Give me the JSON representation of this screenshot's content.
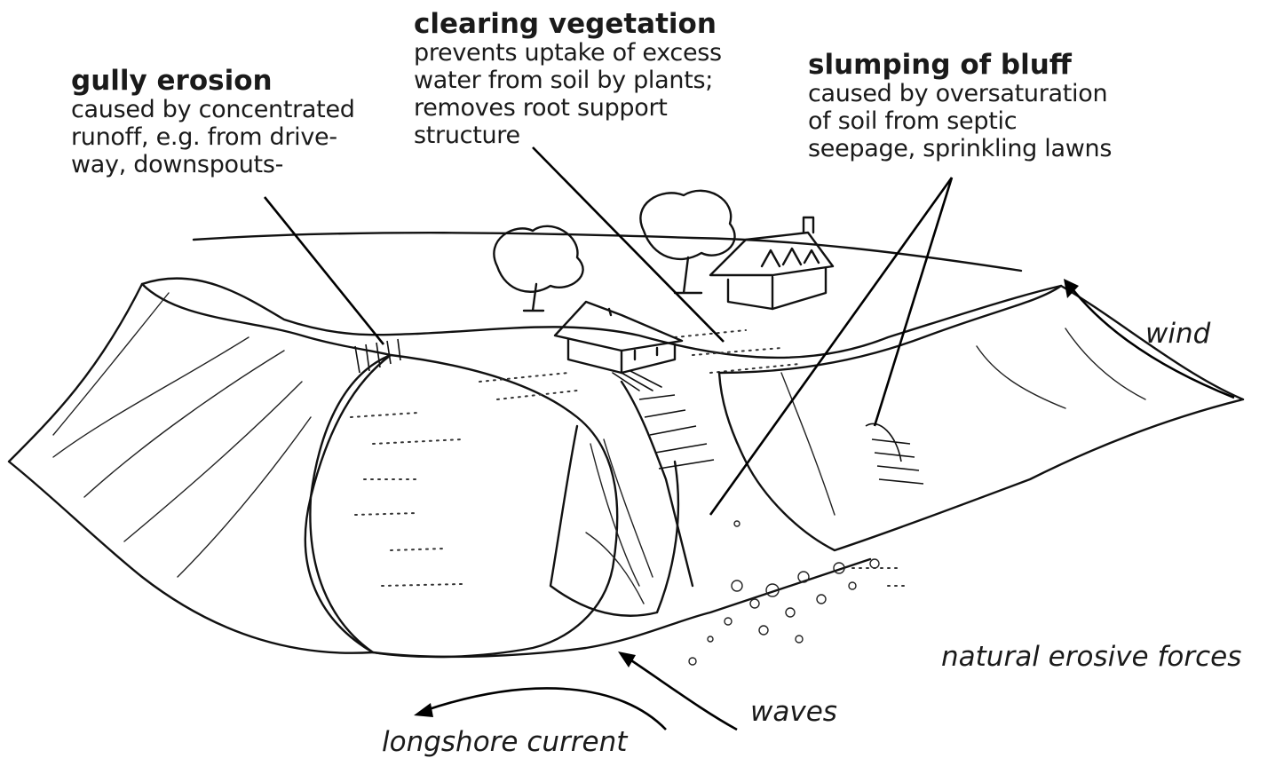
{
  "labels": {
    "gully": {
      "heading": "gully erosion",
      "lines": [
        "caused by concentrated",
        "runoff, e.g. from drive-",
        "way, downspouts-"
      ]
    },
    "clearing": {
      "heading": "clearing vegetation",
      "lines": [
        "prevents uptake of excess",
        "water from soil by plants;",
        "removes root support",
        "structure"
      ]
    },
    "slumping": {
      "heading": "slumping of bluff",
      "lines": [
        "caused by oversaturation",
        "of soil from septic",
        "seepage, sprinkling lawns"
      ]
    },
    "wind": "wind",
    "natural": "natural erosive forces",
    "waves": "waves",
    "longshore": "longshore current"
  }
}
